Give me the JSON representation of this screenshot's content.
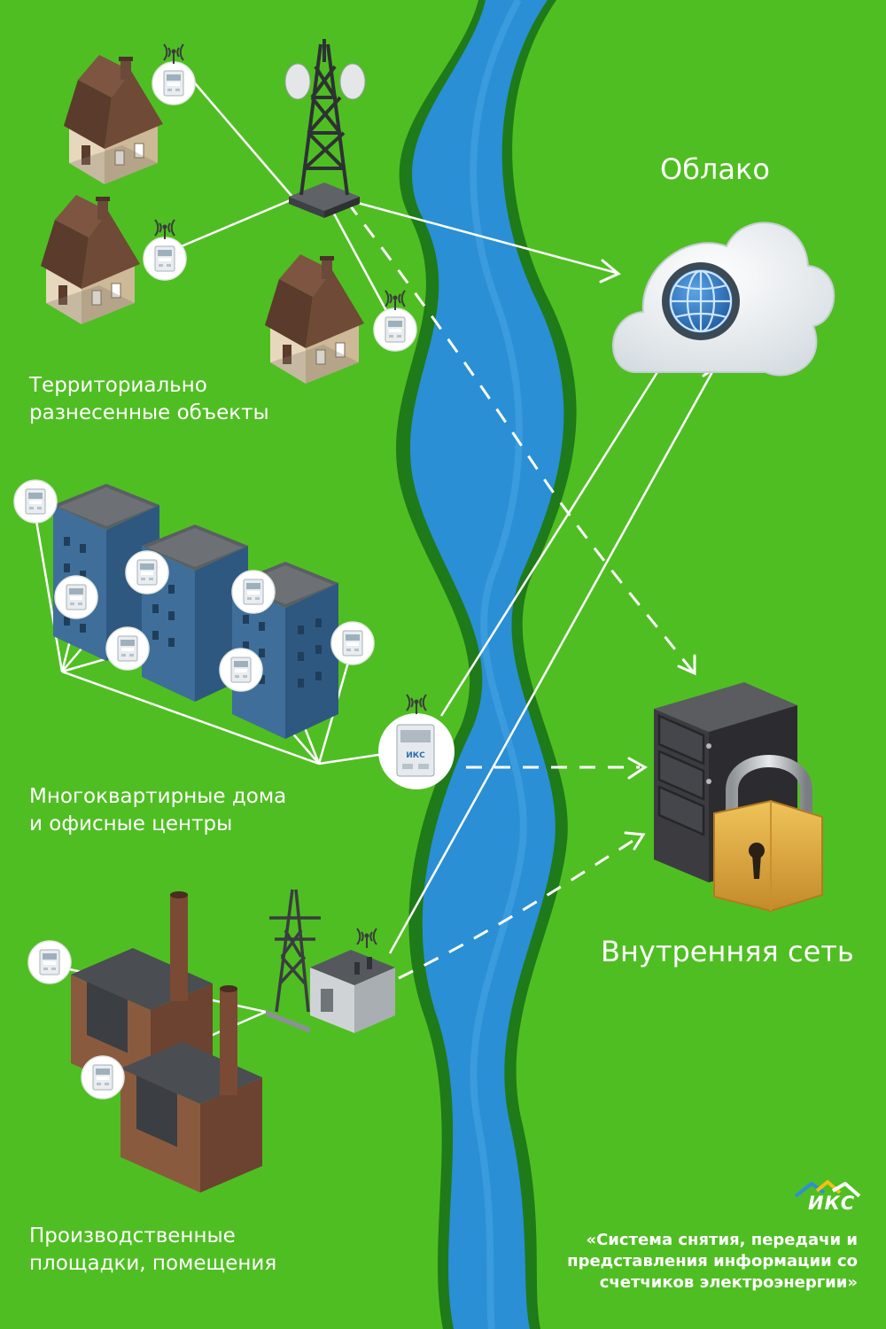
{
  "labels": {
    "cloud": "Облако",
    "internal_network": "Внутренняя сеть",
    "distributed_objects": "Территориально\nразнесенные объекты",
    "apartment_buildings": "Многоквартирные дома\nи офисные центры",
    "industrial_sites": "Производственные\nплощадки, помещения"
  },
  "caption": "«Система снятия, передачи и\nпредставления информации со\nсчетчиков электроэнергии»",
  "logo": {
    "text": "ИКС"
  },
  "meter_brand": "ИКС",
  "colors": {
    "grass": "#4fbe22",
    "river": "#2a8fd4",
    "river_bank": "#1f7a19",
    "lines": "#ffffff",
    "brick": "#7d4d35",
    "office": "#3e6f9c",
    "lock": "#d9a33c",
    "server": "#3c3c40"
  },
  "icons": [
    "cell-tower-icon",
    "cloud-globe-icon",
    "server-icon",
    "padlock-icon",
    "house-icon",
    "office-building-icon",
    "factory-icon",
    "electric-meter-icon",
    "substation-icon",
    "wireless-signal-icon"
  ]
}
